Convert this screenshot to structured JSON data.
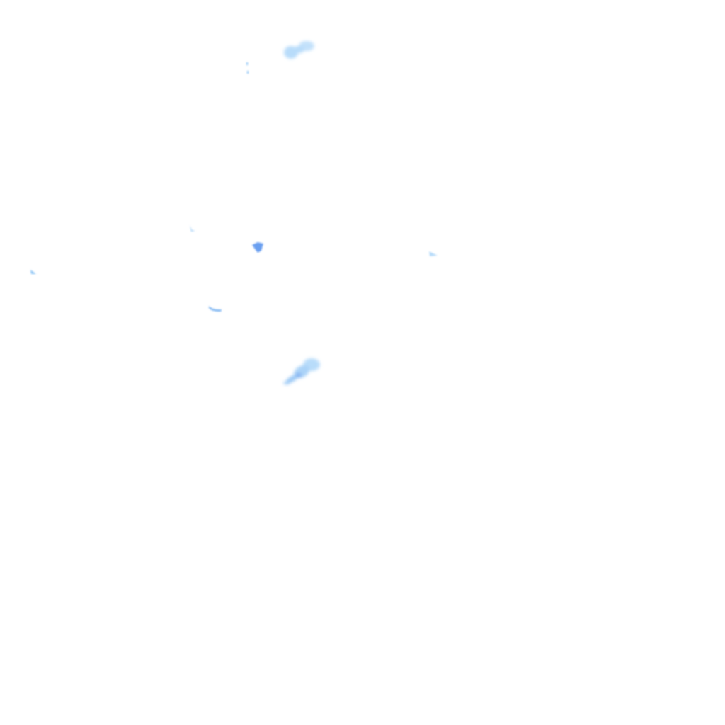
{
  "map": {
    "layer": "precipitation-radar-overlay",
    "colors": {
      "light": "#b8dcfa",
      "medium": "#8cc4f5",
      "heavy": "#6a9ff0",
      "background": "#ffffff"
    },
    "echoes": [
      {
        "intensity": "light"
      },
      {
        "intensity": "light"
      },
      {
        "intensity": "medium"
      },
      {
        "intensity": "light"
      },
      {
        "intensity": "heavy"
      },
      {
        "intensity": "light"
      },
      {
        "intensity": "medium"
      },
      {
        "intensity": "light"
      },
      {
        "intensity": "light"
      },
      {
        "intensity": "medium"
      }
    ]
  }
}
